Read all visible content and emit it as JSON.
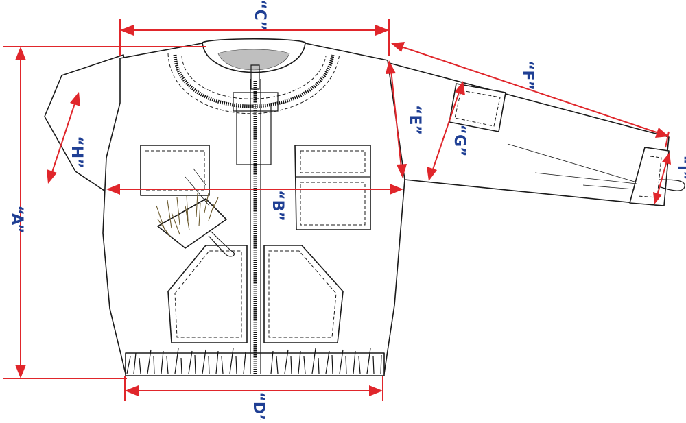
{
  "measurements": [
    {
      "key": "A",
      "label": "“A”"
    },
    {
      "key": "B",
      "label": "“B”"
    },
    {
      "key": "C",
      "label": "“C”"
    },
    {
      "key": "D",
      "label": "“D”"
    },
    {
      "key": "E",
      "label": "“E”"
    },
    {
      "key": "F",
      "label": "“F”"
    },
    {
      "key": "G",
      "label": "“G”"
    },
    {
      "key": "H",
      "label": "“H”"
    },
    {
      "key": "I",
      "label": "“I”"
    }
  ],
  "colors": {
    "dimension_line": "#e0262b",
    "dimension_label": "#1f3f94",
    "outline": "#1a1a1a"
  }
}
